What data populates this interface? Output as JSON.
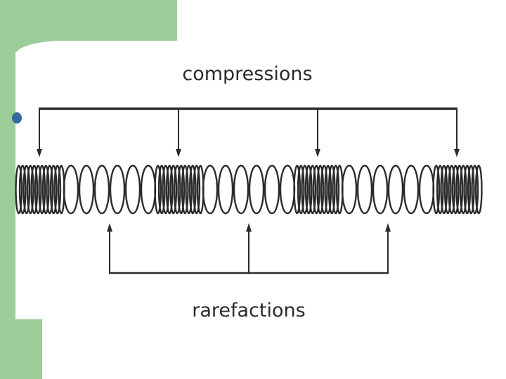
{
  "diagram": {
    "top_label": "compressions",
    "bottom_label": "rarefactions",
    "compression_count": 4,
    "rarefaction_count": 3,
    "colors": {
      "slide_green": "#9ccc9a",
      "bullet": "#356a9c",
      "ink": "#2b2b2b"
    }
  }
}
